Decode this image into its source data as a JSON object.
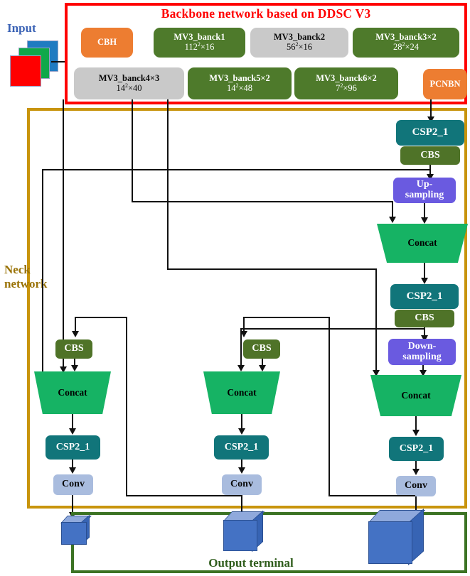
{
  "input": {
    "label": "Input",
    "layers": [
      "blue-square",
      "green-square",
      "red-square"
    ],
    "colors": {
      "blue": "#1F7BC1",
      "green": "#0FA84A",
      "red": "#FF0000"
    }
  },
  "backbone": {
    "title": "Backbone network based on DDSC V3",
    "border_color": "#FF0000",
    "row1": [
      {
        "name": "CBH",
        "shape": "",
        "color": "#ED7D31",
        "style": "orange"
      },
      {
        "name": "MV3_banck1",
        "shape": "112²×16",
        "color": "#4E7A2B",
        "style": "dgreen"
      },
      {
        "name": "MV3_banck2",
        "shape": "56²×16",
        "color": "#C9C9C9",
        "style": "gray"
      },
      {
        "name": "MV3_banck3×2",
        "shape": "28²×24",
        "color": "#4E7A2B",
        "style": "dgreen"
      }
    ],
    "row2": [
      {
        "name": "MV3_banck4×3",
        "shape": "14²×40",
        "color": "#C9C9C9",
        "style": "gray"
      },
      {
        "name": "MV3_banck5×2",
        "shape": "14²×48",
        "color": "#4E7A2B",
        "style": "dgreen"
      },
      {
        "name": "MV3_banck6×2",
        "shape": "7²×96",
        "color": "#4E7A2B",
        "style": "dgreen"
      },
      {
        "name": "PCNBN",
        "shape": "",
        "color": "#ED7D31",
        "style": "orange"
      }
    ]
  },
  "neck": {
    "label_line1": "Neck",
    "label_line2": "network",
    "border_color": "#C8940C",
    "blocks": {
      "csp_top": "CSP2_1",
      "cbs_top": "CBS",
      "upsampling": "Up-\nsampling",
      "upsampling_l1": "Up-",
      "upsampling_l2": "sampling",
      "concat_top": "Concat",
      "csp_mid": "CSP2_1",
      "cbs_mid": "CBS",
      "downsampling_l1": "Down-",
      "downsampling_l2": "sampling",
      "cbs_left": "CBS",
      "cbs_center": "CBS",
      "concat_left": "Concat",
      "concat_center": "Concat",
      "concat_right": "Concat",
      "csp_left": "CSP2_1",
      "csp_center": "CSP2_1",
      "csp_right": "CSP2_1",
      "conv_left": "Conv",
      "conv_center": "Conv",
      "conv_right": "Conv"
    },
    "colors": {
      "csp": "#11757A",
      "cbs": "#4F7328",
      "sampling": "#6A5AE0",
      "concat": "#16B364",
      "conv": "#A9BCDE"
    }
  },
  "output": {
    "label": "Output terminal",
    "border_color": "#3C7324",
    "cubes": [
      {
        "size": "small"
      },
      {
        "size": "medium"
      },
      {
        "size": "large"
      }
    ],
    "cube_color": "#4472C4"
  }
}
